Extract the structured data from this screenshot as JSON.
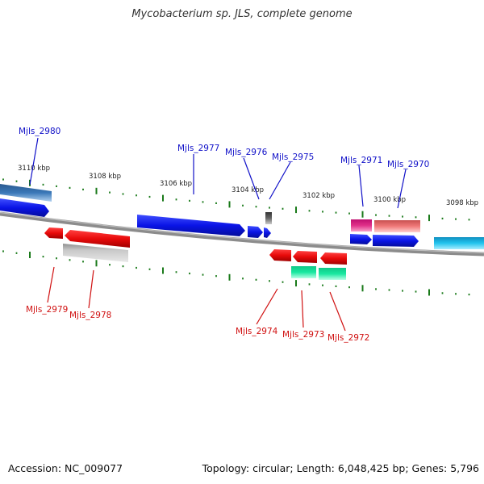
{
  "title": "Mycobacterium sp. JLS, complete genome",
  "footer": {
    "accession": "Accession: NC_009077",
    "summary": "Topology: circular; Length: 6,048,425 bp; Genes: 5,796"
  },
  "colors": {
    "forward_cds": "#0a14e6",
    "reverse_cds": "#e80a0a",
    "rna_green": "#19e8a0",
    "pseudo_gray": "#a9a9a9",
    "pink": "#e0308a",
    "salmon": "#f07a7a",
    "steelblue": "#3a78b8",
    "cyan": "#22c4ee",
    "dark_gray": "#555555",
    "tick_green": "#1a7a1a",
    "backbone": "#8c8c8c",
    "label_blue": "#1010c8",
    "label_red": "#d01010"
  },
  "ticks": [
    {
      "label": "3110 kbp"
    },
    {
      "label": "3108 kbp"
    },
    {
      "label": "3106 kbp"
    },
    {
      "label": "3104 kbp"
    },
    {
      "label": "3102 kbp"
    },
    {
      "label": "3100 kbp"
    },
    {
      "label": "3098 kbp"
    }
  ],
  "genes": [
    {
      "label": "Mjls_2980",
      "strand": "forward",
      "color": "forward_cds"
    },
    {
      "label": "Mjls_2977",
      "strand": "forward",
      "color": "forward_cds"
    },
    {
      "label": "Mjls_2976",
      "strand": "forward",
      "color": "forward_cds"
    },
    {
      "label": "Mjls_2975",
      "strand": "forward",
      "color": "dark_gray"
    },
    {
      "label": "Mjls_2971",
      "strand": "forward",
      "color": "pink"
    },
    {
      "label": "Mjls_2970",
      "strand": "forward",
      "color": "salmon"
    },
    {
      "label": "Mjls_2979",
      "strand": "reverse",
      "color": "reverse_cds"
    },
    {
      "label": "Mjls_2978",
      "strand": "reverse",
      "color": "reverse_cds"
    },
    {
      "label": "Mjls_2974",
      "strand": "reverse",
      "color": "reverse_cds"
    },
    {
      "label": "Mjls_2973",
      "strand": "reverse",
      "color": "rna_green"
    },
    {
      "label": "Mjls_2972",
      "strand": "reverse",
      "color": "rna_green"
    }
  ]
}
